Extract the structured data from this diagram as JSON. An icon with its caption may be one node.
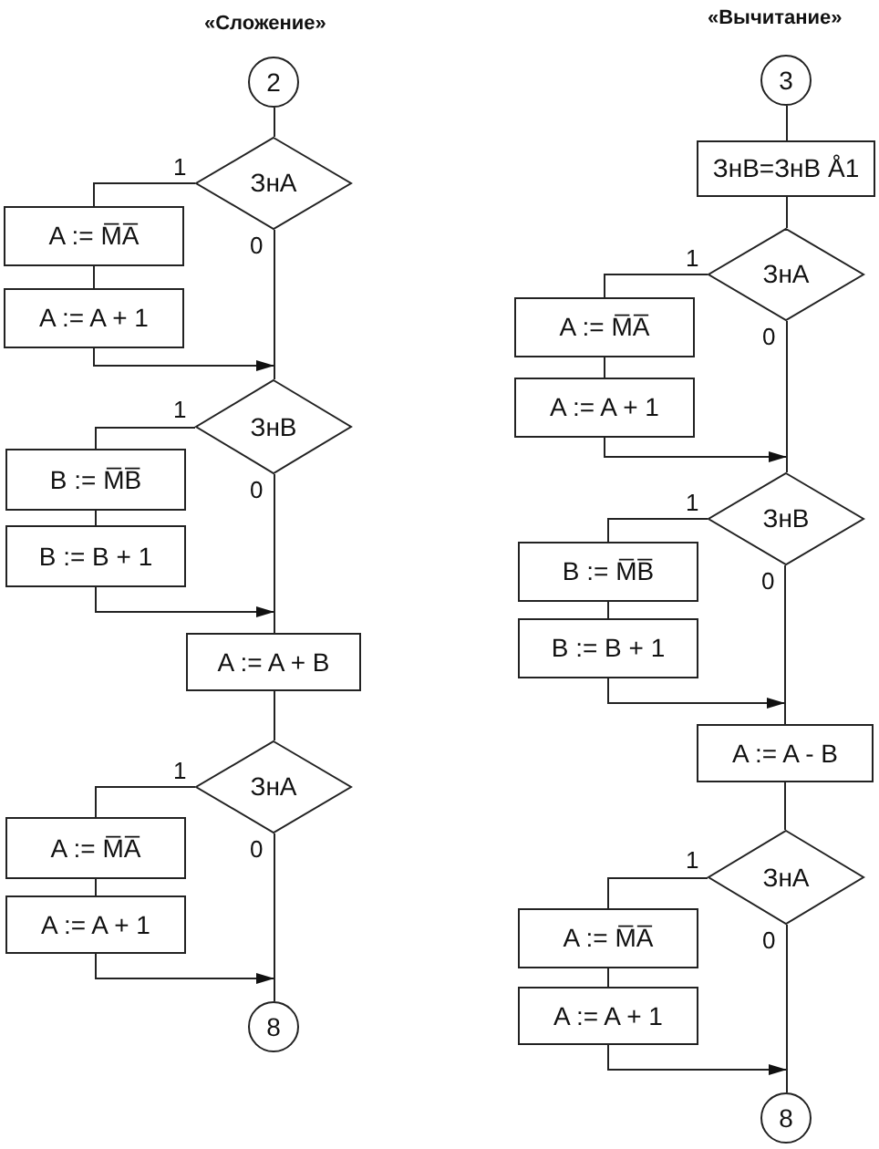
{
  "diagram": {
    "nodes": [
      {
        "text": [
          "2"
        ]
      },
      {
        "text": [
          "ЗнА"
        ]
      },
      {
        "text": [
          "A := M̅A̅"
        ]
      },
      {
        "text": [
          "A := A + 1"
        ]
      },
      {
        "text": [
          "ЗнВ"
        ]
      },
      {
        "text": [
          "B := M̅B̅"
        ]
      },
      {
        "text": [
          "B := B + 1"
        ]
      },
      {
        "text": [
          "A := A + B"
        ]
      },
      {
        "text": [
          "ЗнА"
        ]
      },
      {
        "text": [
          "A := M̅A̅"
        ]
      },
      {
        "text": [
          "A := A + 1"
        ]
      },
      {
        "text": [
          "8"
        ]
      },
      {
        "text": [
          "3"
        ]
      },
      {
        "text": [
          "ЗнВ=ЗнВ Å1"
        ]
      },
      {
        "text": [
          "ЗнА"
        ]
      },
      {
        "text": [
          "A := M̅A̅"
        ]
      },
      {
        "text": [
          "A := A + 1"
        ]
      },
      {
        "text": [
          "ЗнВ"
        ]
      },
      {
        "text": [
          "B := M̅B̅"
        ]
      },
      {
        "text": [
          "B := B + 1"
        ]
      },
      {
        "text": [
          "A := A - B"
        ]
      },
      {
        "text": [
          "ЗнА"
        ]
      },
      {
        "text": [
          "A := M̅A̅"
        ]
      },
      {
        "text": [
          "A := A + 1"
        ]
      },
      {
        "text": [
          "8"
        ]
      }
    ],
    "edges": [
      {
        "from": 0,
        "to": 1,
        "arrow": "none"
      },
      {
        "from": 1,
        "to": 2,
        "arrow": "none",
        "label": "1"
      },
      {
        "from": 2,
        "to": 3,
        "arrow": "none"
      },
      {
        "from": 1,
        "to": 4,
        "arrow": "none",
        "label": "0"
      },
      {
        "from": 3,
        "to": 4,
        "arrow": "to"
      },
      {
        "from": 4,
        "to": 5,
        "arrow": "none",
        "label": "1"
      },
      {
        "from": 5,
        "to": 6,
        "arrow": "none"
      },
      {
        "from": 4,
        "to": 7,
        "arrow": "none",
        "label": "0"
      },
      {
        "from": 6,
        "to": 7,
        "arrow": "to"
      },
      {
        "from": 7,
        "to": 8,
        "arrow": "none"
      },
      {
        "from": 8,
        "to": 9,
        "arrow": "none",
        "label": "1"
      },
      {
        "from": 9,
        "to": 10,
        "arrow": "none"
      },
      {
        "from": 8,
        "to": 11,
        "arrow": "none",
        "label": "0"
      },
      {
        "from": 10,
        "to": 11,
        "arrow": "to"
      },
      {
        "from": 12,
        "to": 13,
        "arrow": "none"
      },
      {
        "from": 13,
        "to": 14,
        "arrow": "none"
      },
      {
        "from": 14,
        "to": 15,
        "arrow": "none",
        "label": "1"
      },
      {
        "from": 15,
        "to": 16,
        "arrow": "none"
      },
      {
        "from": 14,
        "to": 17,
        "arrow": "none",
        "label": "0"
      },
      {
        "from": 16,
        "to": 17,
        "arrow": "to"
      },
      {
        "from": 17,
        "to": 18,
        "arrow": "none",
        "label": "1"
      },
      {
        "from": 18,
        "to": 19,
        "arrow": "none"
      },
      {
        "from": 17,
        "to": 20,
        "arrow": "none",
        "label": "0"
      },
      {
        "from": 19,
        "to": 20,
        "arrow": "to"
      },
      {
        "from": 20,
        "to": 21,
        "arrow": "none"
      },
      {
        "from": 21,
        "to": 22,
        "arrow": "none",
        "label": "1"
      },
      {
        "from": 22,
        "to": 23,
        "arrow": "none"
      },
      {
        "from": 21,
        "to": 24,
        "arrow": "none",
        "label": "0"
      },
      {
        "from": 23,
        "to": 24,
        "arrow": "to"
      }
    ],
    "labels": [
      "«Сложение»",
      "«Вычитание»"
    ]
  }
}
